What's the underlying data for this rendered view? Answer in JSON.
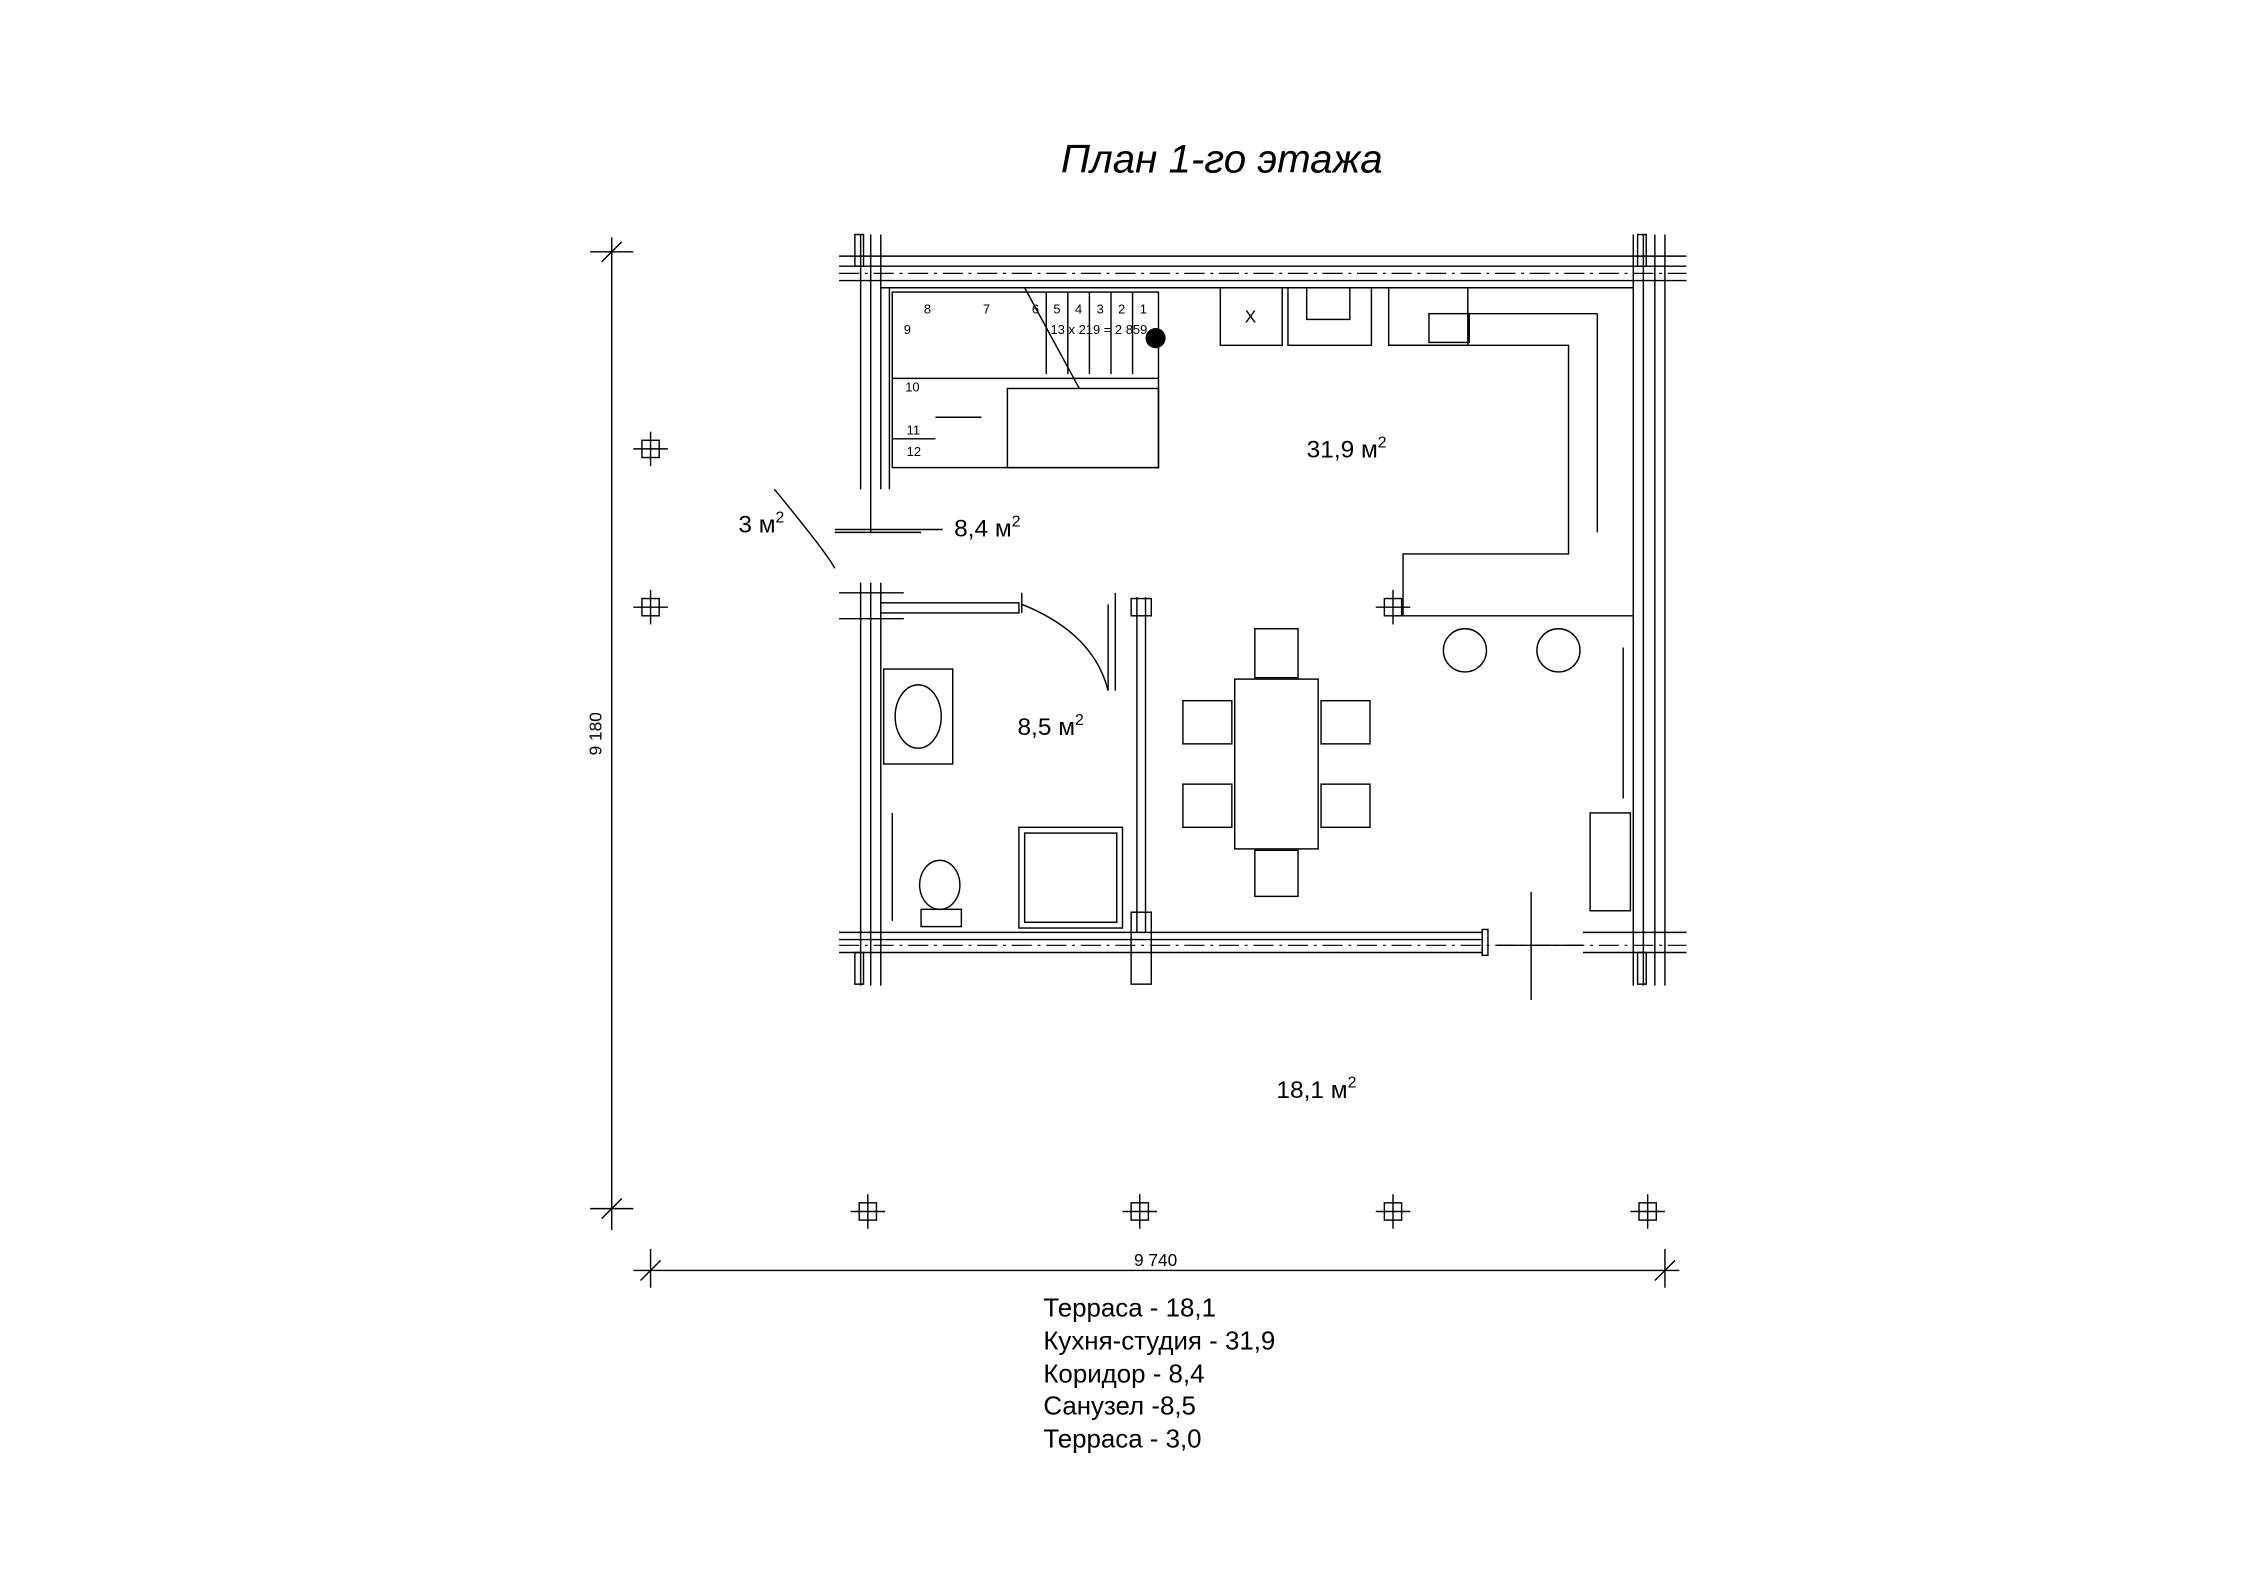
{
  "title": "План 1-го этажа",
  "rooms": [
    {
      "area": "31,9 м",
      "sup": "2"
    },
    {
      "area": "8,4 м",
      "sup": "2"
    },
    {
      "area": "3 м",
      "sup": "2"
    },
    {
      "area": "8,5 м",
      "sup": "2"
    },
    {
      "area": "18,1 м",
      "sup": "2"
    }
  ],
  "stairs": {
    "steps": [
      "1",
      "2",
      "3",
      "4",
      "5",
      "6",
      "7",
      "8",
      "9",
      "10",
      "11",
      "12"
    ],
    "formula": "13 х 219 = 2 859"
  },
  "stove_mark": "Х",
  "dimensions": {
    "height": "9 180",
    "width": "9 740"
  },
  "legend": [
    "Терраса - 18,1",
    "Кухня-студия - 31,9",
    "Коридор - 8,4",
    "Санузел -8,5",
    "Терраса - 3,0"
  ]
}
